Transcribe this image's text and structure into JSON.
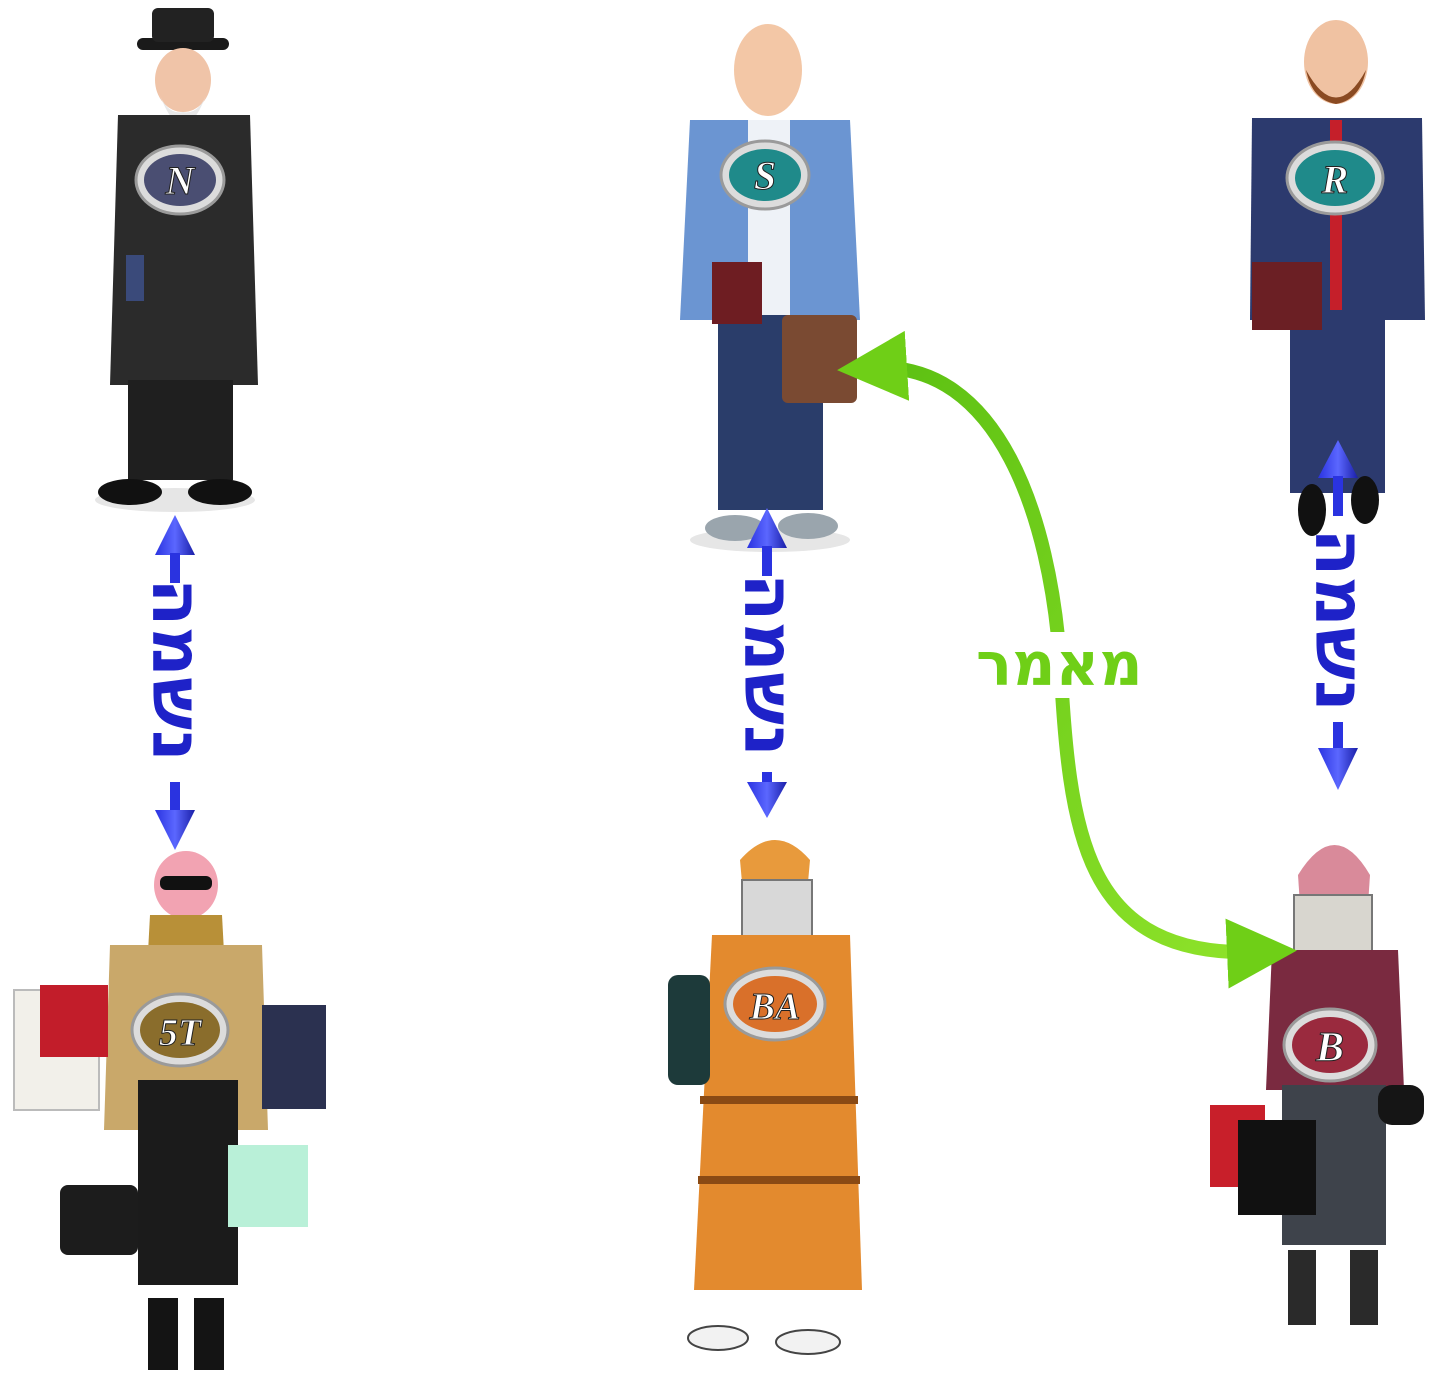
{
  "figures": [
    {
      "id": "N",
      "badge": "N",
      "role": "man",
      "outfit": "black-coat-hat"
    },
    {
      "id": "S",
      "badge": "S",
      "role": "man",
      "outfit": "blue-blazer-briefcase"
    },
    {
      "id": "R",
      "badge": "R",
      "role": "man",
      "outfit": "navy-suit-red-tie"
    },
    {
      "id": "5T",
      "badge": "5T",
      "role": "woman",
      "outfit": "leopard-coat-shopping-bags"
    },
    {
      "id": "BA",
      "badge": "BA",
      "role": "woman",
      "outfit": "orange-patterned-dress-book"
    },
    {
      "id": "B",
      "badge": "B",
      "role": "woman",
      "outfit": "maroon-jacket-book-bags"
    }
  ],
  "links": [
    {
      "from": "N",
      "to": "5T",
      "label": "נשמה",
      "style": "double-arrow",
      "color": "#1e22c8"
    },
    {
      "from": "S",
      "to": "BA",
      "label": "נשמה",
      "style": "double-arrow",
      "color": "#1e22c8"
    },
    {
      "from": "R",
      "to": "B",
      "label": "נשמה",
      "style": "double-arrow",
      "color": "#1e22c8"
    },
    {
      "from": "S",
      "to": "B",
      "label": "מאמר",
      "style": "curved-double-arrow",
      "color": "#6fcf17"
    }
  ],
  "colors": {
    "soul_arrow": "#1e22c8",
    "article_arrow": "#6fcf17",
    "badge_teal": "#1f8a8a",
    "badge_slate": "#4a4e72",
    "badge_orange": "#d9702a",
    "badge_maroon": "#9a2a3e",
    "badge_gold": "#8a6d2c"
  }
}
